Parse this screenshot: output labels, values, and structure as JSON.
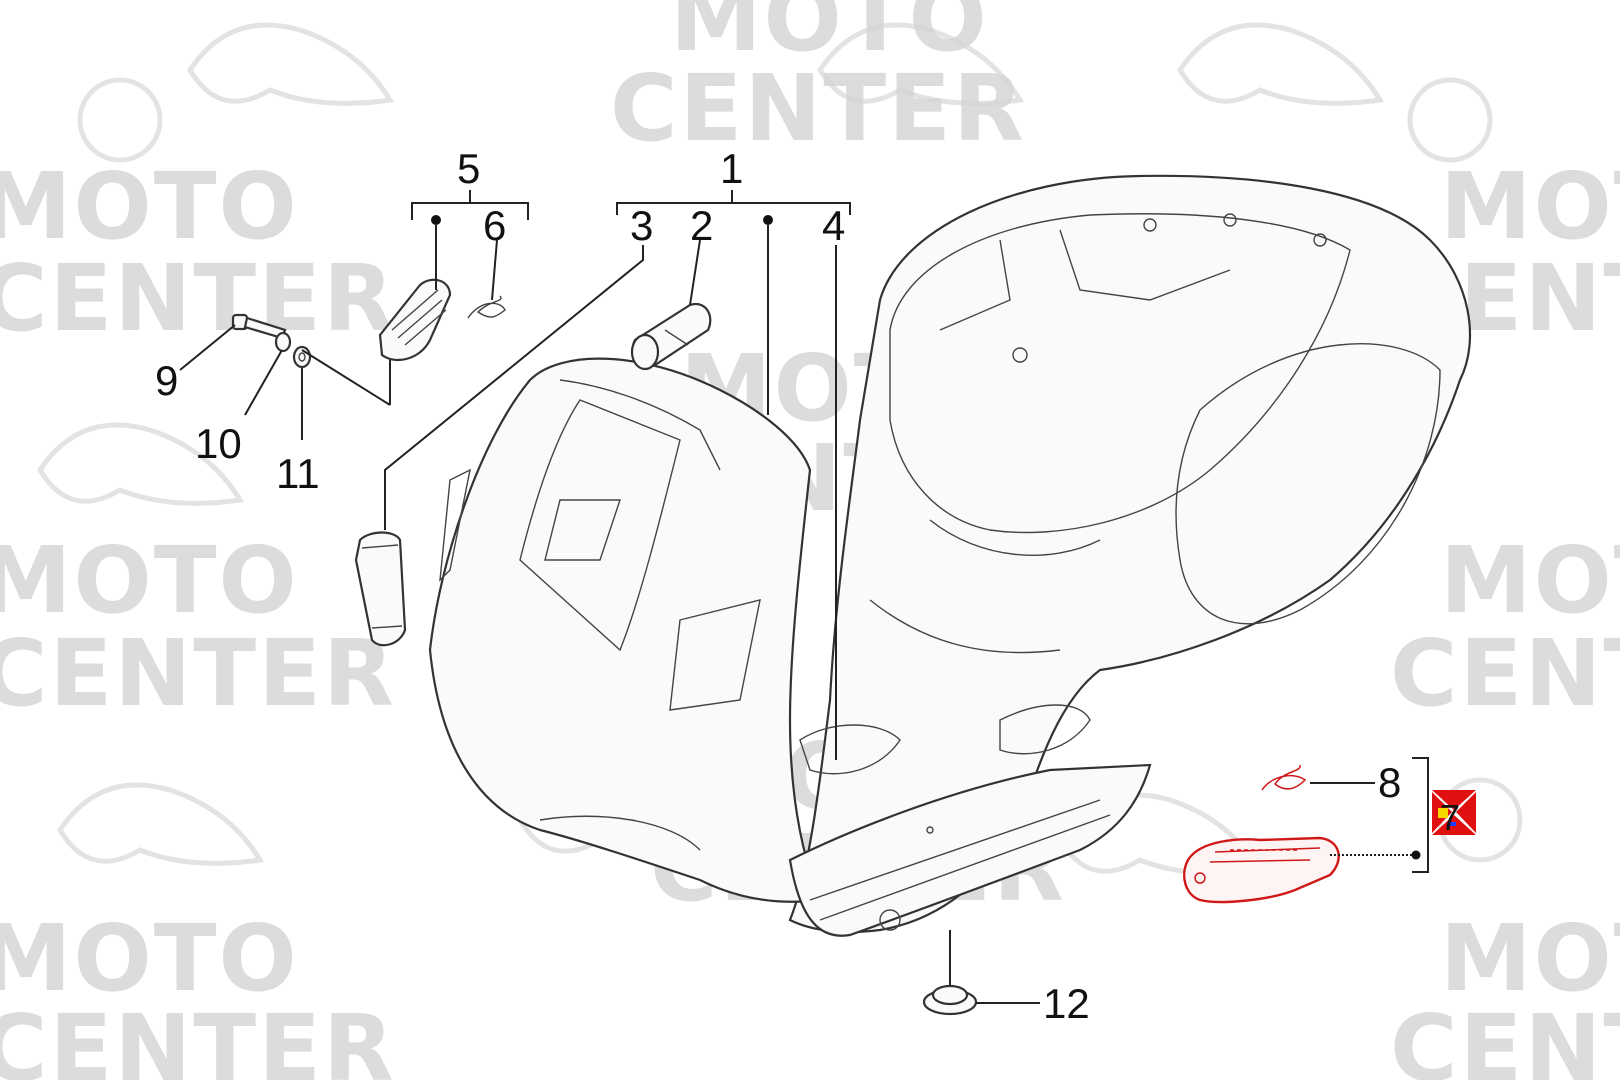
{
  "watermark": {
    "line1": "MOTO",
    "line2": "CENTER"
  },
  "labels": {
    "l1": "1",
    "l2": "2",
    "l3": "3",
    "l4": "4",
    "l5": "5",
    "l6": "6",
    "l7": "7",
    "l8": "8",
    "l9": "9",
    "l10": "10",
    "l11": "11",
    "l12": "12"
  },
  "colors": {
    "highlight": "#d01818",
    "watermark": "#d6d6d6",
    "line": "#222222",
    "marker": "#f5d800"
  },
  "icons": {
    "marker": "target-marker-icon"
  }
}
